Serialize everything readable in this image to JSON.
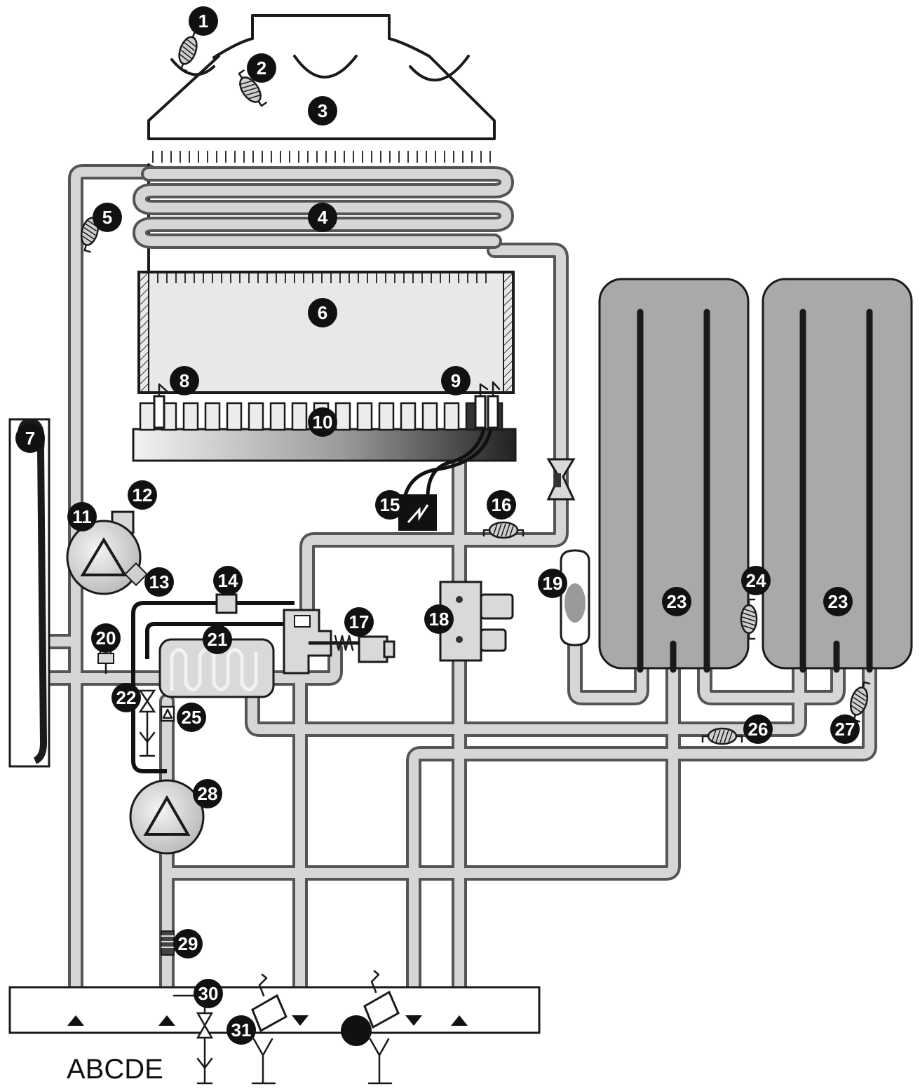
{
  "caption": "ABCDE",
  "colors": {
    "pipe_outline": "#555555",
    "pipe_fill": "#d6d6d6",
    "tank_fill": "#a9a9a9",
    "label_badge": "#111111",
    "label_text": "#ffffff"
  },
  "labels": {
    "n1": "1",
    "n2": "2",
    "n3": "3",
    "n4": "4",
    "n5": "5",
    "n6": "6",
    "n7": "7",
    "n8": "8",
    "n9": "9",
    "n10": "10",
    "n11": "11",
    "n12": "12",
    "n13": "13",
    "n14": "14",
    "n15": "15",
    "n16": "16",
    "n17": "17",
    "n18": "18",
    "n19": "19",
    "n20": "20",
    "n21": "21",
    "n22": "22",
    "n23a": "23",
    "n23b": "23",
    "n24": "24",
    "n25": "25",
    "n26": "26",
    "n27": "27",
    "n28": "28",
    "n29": "29",
    "n30": "30",
    "n31": "31"
  }
}
